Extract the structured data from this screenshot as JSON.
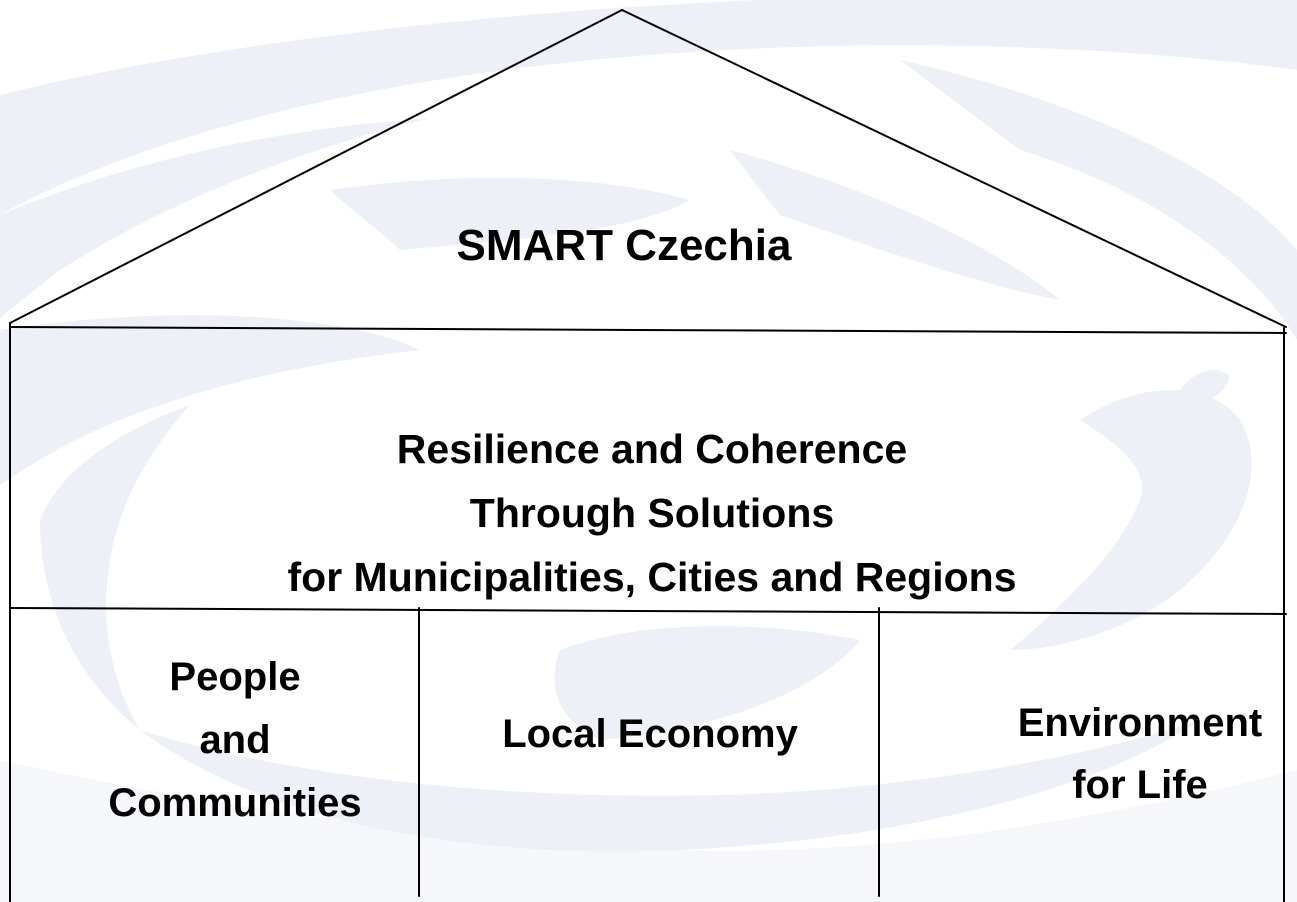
{
  "diagram": {
    "roof_title": "SMART Czechia",
    "band_lines": [
      "Resilience and Coherence",
      "Through Solutions",
      "for Municipalities, Cities and Regions"
    ],
    "pillars": [
      {
        "lines": [
          "People",
          "and",
          "Communities"
        ]
      },
      {
        "lines": [
          "Local Economy"
        ]
      },
      {
        "lines": [
          "Environment",
          "for Life"
        ]
      }
    ]
  },
  "colors": {
    "line": "#000000",
    "text": "#000000",
    "background": "#ffffff",
    "watermark": "#eef0f8"
  }
}
